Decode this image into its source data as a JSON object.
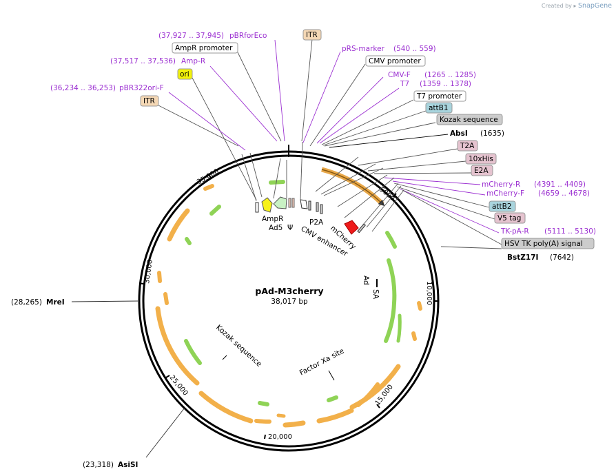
{
  "credit": {
    "prefix": "Created by",
    "brand": "SnapGene"
  },
  "plasmid": {
    "name": "pAd-M3cherry",
    "length_label": "38,017 bp"
  },
  "ticks": [
    "5000",
    "10,000",
    "15,000",
    "20,000",
    "25,000",
    "30,000",
    "35,000"
  ],
  "top_annotations": [
    {
      "pos": "(37,927 .. 37,945)",
      "name": "pBRforEco",
      "kind": "primer"
    },
    {
      "name": "ITR",
      "kind": "feature",
      "color": "#f5d8b5"
    },
    {
      "name": "AmpR promoter",
      "kind": "feature",
      "color": "#ffffff"
    },
    {
      "pos": "(37,517 .. 37,536)",
      "name": "Amp-R",
      "kind": "primer"
    },
    {
      "name": "ori",
      "kind": "feature",
      "color": "#f2f20a"
    },
    {
      "pos": "(36,234 .. 36,253)",
      "name": "pBR322ori-F",
      "kind": "primer"
    },
    {
      "name": "ITR",
      "kind": "feature",
      "color": "#f5d8b5"
    }
  ],
  "right_annotations": [
    {
      "name": "pRS-marker",
      "pos": "(540 .. 559)",
      "kind": "primer"
    },
    {
      "name": "CMV promoter",
      "kind": "feature",
      "color": "#ffffff"
    },
    {
      "name": "CMV-F",
      "pos": "(1265 .. 1285)",
      "kind": "primer"
    },
    {
      "name": "T7",
      "pos": "(1359 .. 1378)",
      "kind": "primer"
    },
    {
      "name": "T7 promoter",
      "kind": "feature",
      "color": "#ffffff"
    },
    {
      "name": "attB1",
      "kind": "feature",
      "color": "#a8d4dd"
    },
    {
      "name": "Kozak sequence",
      "kind": "feature",
      "color": "#cccccc"
    },
    {
      "name": "AbsI",
      "pos": "(1635)",
      "kind": "site"
    },
    {
      "name": "T2A",
      "kind": "feature",
      "color": "#e5c3cf"
    },
    {
      "name": "10xHis",
      "kind": "feature",
      "color": "#e5c3cf"
    },
    {
      "name": "E2A",
      "kind": "feature",
      "color": "#e5c3cf"
    },
    {
      "name": "mCherry-R",
      "pos": "(4391 .. 4409)",
      "kind": "primer"
    },
    {
      "name": "mCherry-F",
      "pos": "(4659 .. 4678)",
      "kind": "primer"
    },
    {
      "name": "attB2",
      "kind": "feature",
      "color": "#a8d4dd"
    },
    {
      "name": "V5 tag",
      "kind": "feature",
      "color": "#e5c3cf"
    },
    {
      "name": "TK-pA-R",
      "pos": "(5111 .. 5130)",
      "kind": "primer"
    },
    {
      "name": "HSV TK poly(A) signal",
      "kind": "feature",
      "color": "#cccccc"
    },
    {
      "name": "BstZ17I",
      "pos": "(7642)",
      "kind": "site"
    }
  ],
  "left_annotations": [
    {
      "pos": "(28,265)",
      "name": "MreI",
      "kind": "site"
    },
    {
      "pos": "(23,318)",
      "name": "AsiSI",
      "kind": "site"
    }
  ],
  "inner_labels": {
    "ampr": "AmpR",
    "ad5psi_a": "Ad5",
    "ad5psi_b": "Ψ",
    "p2a": "P2A",
    "cmv_enh": "CMV enhancer",
    "mcherry": "mCherry",
    "adsa_a": "Ad",
    "adsa_b": "SA",
    "kozak": "Kozak sequence",
    "factorxa": "Factor Xa site"
  },
  "colors": {
    "primer": "#9b2fd1",
    "orf_orange": "#f2b04a",
    "orf_green": "#8fd356",
    "mcherry": "#ee1a1a",
    "ampr_yellow": "#f7f217",
    "ad5psi_green": "#c9f2c4"
  }
}
